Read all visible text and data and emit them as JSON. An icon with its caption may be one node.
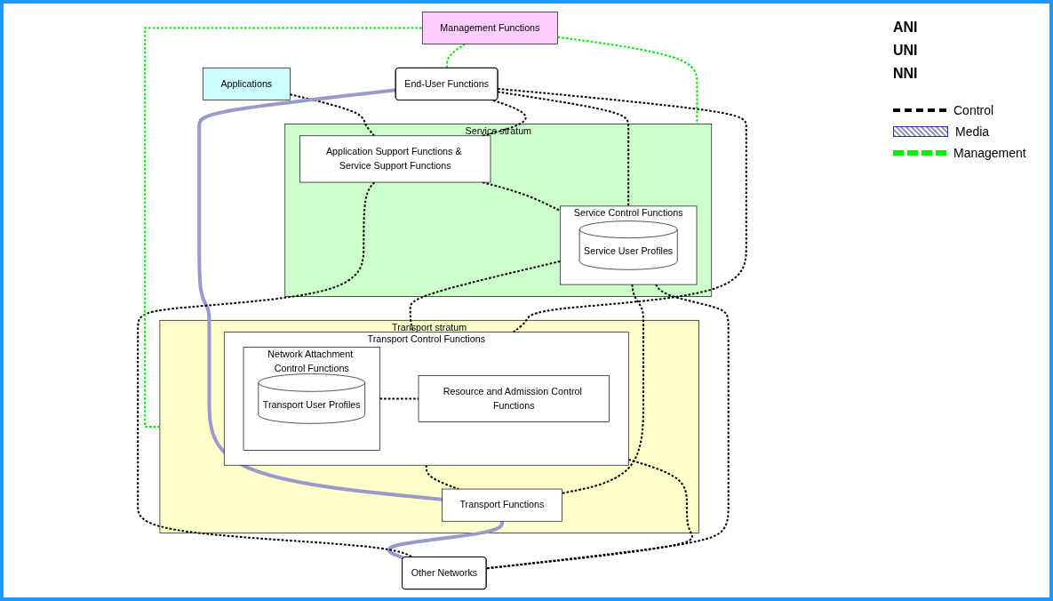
{
  "diagram": {
    "nodes": [
      {
        "text": [
          "Applications"
        ]
      },
      {
        "text": [
          "Service stratum"
        ]
      },
      {
        "text": [
          "Application Support Functions & Service Support Functions"
        ],
        "in": 1
      },
      {
        "text": [
          "Service Control Functions"
        ],
        "in": 1
      },
      {
        "text": [
          "Service User Profiles"
        ],
        "in": 3
      },
      {
        "text": [
          "Transport stratum"
        ]
      },
      {
        "text": [
          "Transport Control Functions"
        ],
        "in": 5
      },
      {
        "text": [
          "Network Attachment Control Functions"
        ],
        "in": 6
      },
      {
        "text": [
          "Transport User Profiles"
        ],
        "in": 7
      },
      {
        "text": [
          "Resource and Admission Control Functions"
        ],
        "in": 6
      },
      {
        "text": [
          "Transport Functions"
        ],
        "in": 5
      },
      {
        "text": [
          "Management Functions"
        ]
      },
      {
        "text": [
          "End-User Functions"
        ]
      },
      {
        "text": [
          "Other Networks"
        ]
      }
    ],
    "edges": [
      {
        "from": 0,
        "to": 2,
        "arrow": "none",
        "style": "dashed"
      },
      {
        "from": 2,
        "to": 3,
        "arrow": "none",
        "style": "dashed"
      },
      {
        "from": 3,
        "to": 6,
        "arrow": "none",
        "style": "dashed"
      },
      {
        "from": 6,
        "to": 10,
        "arrow": "none",
        "style": "dashed"
      },
      {
        "from": 7,
        "to": 9,
        "arrow": "none",
        "style": "dashed"
      },
      {
        "from": 12,
        "to": 2,
        "arrow": "none",
        "style": "dashed"
      },
      {
        "from": 12,
        "to": 3,
        "arrow": "none",
        "style": "dashed"
      },
      {
        "from": 12,
        "to": 6,
        "arrow": "none",
        "style": "dashed"
      },
      {
        "from": 12,
        "to": 10,
        "arrow": "none",
        "style": "thick",
        "color": "#9999cc"
      },
      {
        "from": 10,
        "to": 13,
        "arrow": "none",
        "style": "thick",
        "color": "#9999cc"
      },
      {
        "from": 2,
        "to": 13,
        "arrow": "none",
        "style": "dashed"
      },
      {
        "from": 3,
        "to": 13,
        "arrow": "none",
        "style": "dashed"
      },
      {
        "from": 6,
        "to": 13,
        "arrow": "none",
        "style": "dashed"
      },
      {
        "from": 3,
        "to": 10,
        "arrow": "none",
        "style": "dashed"
      },
      {
        "from": 11,
        "to": 1,
        "arrow": "none",
        "style": "dashed",
        "color": "#00ee00"
      },
      {
        "from": 11,
        "to": 12,
        "arrow": "none",
        "style": "dashed",
        "color": "#00ee00"
      },
      {
        "from": 5,
        "to": 11,
        "arrow": "none",
        "style": "dashed",
        "color": "#00ee00"
      }
    ],
    "labels": [
      "ANI",
      "UNI",
      "NNI"
    ],
    "legend": [
      {
        "text": "Control"
      },
      {
        "text": "Media"
      },
      {
        "text": "Management"
      }
    ]
  }
}
